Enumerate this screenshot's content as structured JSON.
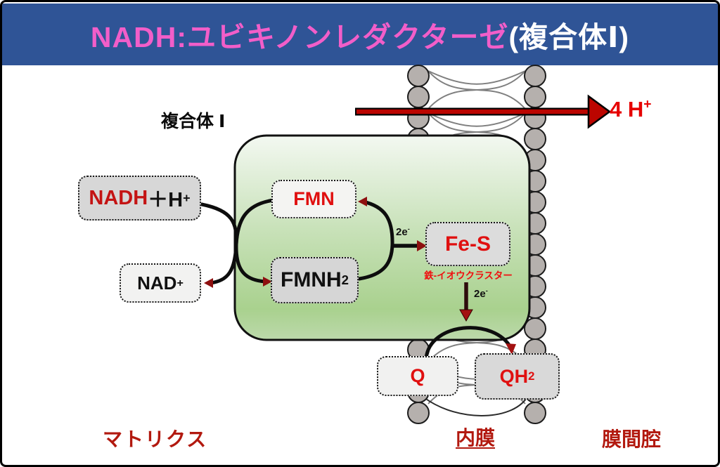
{
  "title": {
    "enzyme_name": "NADH:ユビキノンレダクターゼ",
    "complex_paren": "(複合体Ⅰ)"
  },
  "top_labels": {
    "complex": "複合体 Ⅰ",
    "proton_text": "4 H",
    "proton_sup": "+"
  },
  "molecules": {
    "nadh": {
      "red_part": "NADH",
      "black_part": "＋H",
      "sup": "+"
    },
    "nad": {
      "text": "NAD",
      "sup": "+"
    },
    "fmn": {
      "text": "FMN"
    },
    "fmnh2": {
      "text": "FMNH",
      "sub": "2"
    },
    "fes": {
      "text": "Fe-S",
      "caption": "鉄-イオウクラスター"
    },
    "q": {
      "text": "Q"
    },
    "qh2": {
      "text": "QH",
      "sub": "2"
    }
  },
  "electrons": {
    "upper_text": "2e",
    "upper_sup": "-",
    "lower_text": "2e",
    "lower_sup": "-"
  },
  "regions": {
    "matrix": "マトリクス",
    "inner_membrane": "内膜",
    "intermembrane_space": "膜間腔"
  },
  "colors": {
    "title_bar_blue": "#2f5496",
    "title_pink": "#f25ec9",
    "bright_red_text": "#e01010",
    "dark_red_text": "#b2190f",
    "proton_arrow_red": "#bb0500",
    "arrowhead_dark_red": "#8e1010",
    "membrane_bead_gray": "#b5b0ad",
    "complex_green_light": "#f1f6ef",
    "complex_green_dark": "#a9d18e",
    "box_gray_dark": "#d7d7d7",
    "box_gray_light": "#f2f2f1"
  }
}
